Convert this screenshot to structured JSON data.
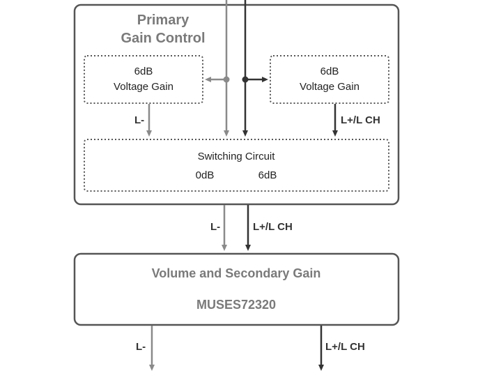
{
  "primary": {
    "title_line1": "Primary",
    "title_line2": "Gain Control",
    "left_gain": {
      "line1": "6dB",
      "line2": "Voltage Gain"
    },
    "right_gain": {
      "line1": "6dB",
      "line2": "Voltage Gain"
    },
    "switching": {
      "title": "Switching Circuit",
      "opt_a": "0dB",
      "opt_b": "6dB"
    },
    "left_signal": "L-",
    "right_signal": "L+/L CH"
  },
  "between": {
    "left_signal": "L-",
    "right_signal": "L+/L CH"
  },
  "volume": {
    "title": "Volume and Secondary Gain",
    "chip": "MUSES72320"
  },
  "output": {
    "left_signal": "L-",
    "right_signal": "L+/L CH"
  },
  "colors": {
    "dark": "#333333",
    "gray": "#8a8a8a",
    "box_border": "#555555",
    "title_gray": "#7a7a7a"
  }
}
